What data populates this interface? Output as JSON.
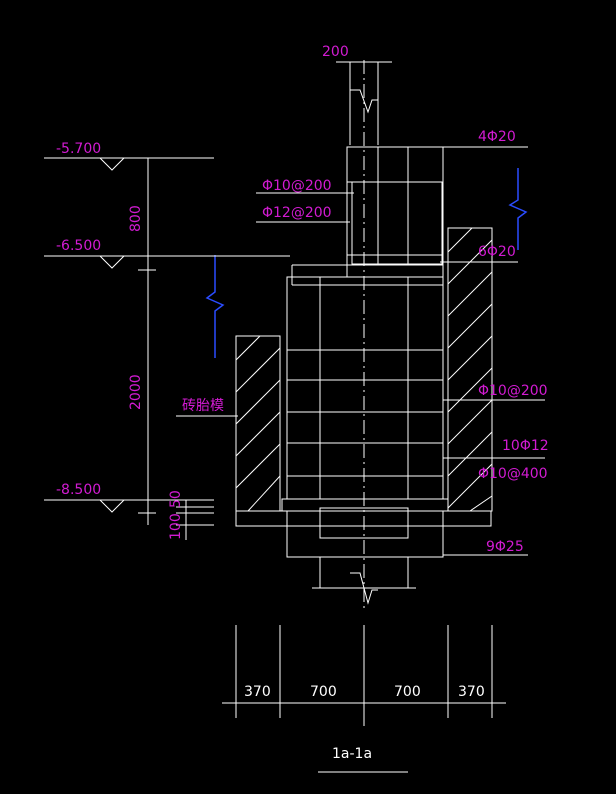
{
  "drawing": {
    "title": "1a-1a",
    "colors": {
      "background": "#000000",
      "lines": "#ffffff",
      "text_magenta": "#d21bd2",
      "break_blue": "#2a4cff"
    },
    "dims_bottom": [
      "370",
      "700",
      "700",
      "370"
    ],
    "dim_top": "200",
    "dims_left": [
      "800",
      "2000",
      "50",
      "100"
    ],
    "elevations": [
      "-5.700",
      "-6.500",
      "-8.500"
    ],
    "rebar": {
      "top_right": "4Φ20",
      "stirrup1": "Φ10@200",
      "stirrup2": "Φ12@200",
      "mid_right": "6Φ20",
      "stirrup3": "Φ10@200",
      "bars12": "10Φ12",
      "stirrup4": "Φ10@400",
      "bottom": "9Φ25"
    },
    "wall_label": "砖胎模"
  }
}
